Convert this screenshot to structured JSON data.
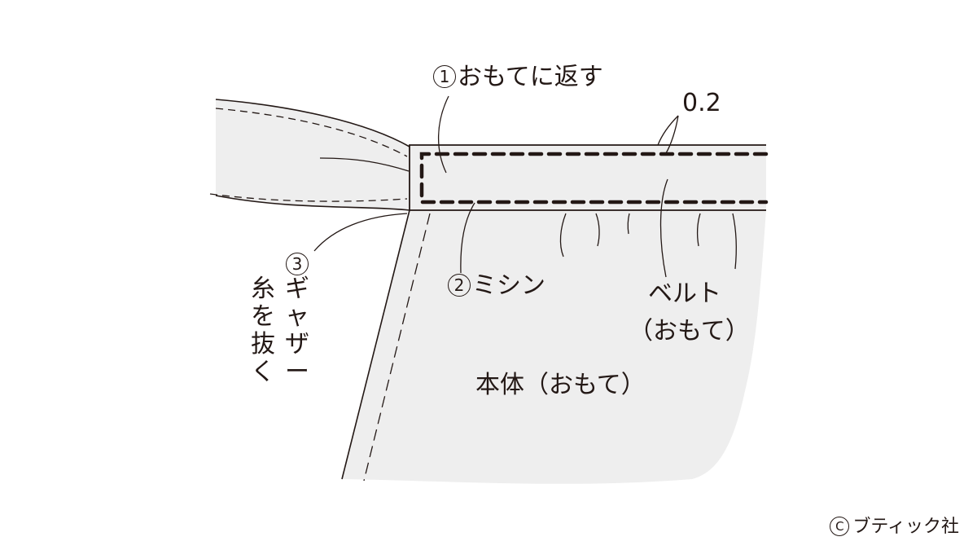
{
  "diagram": {
    "colors": {
      "fabric_fill": "#eeeeee",
      "line": "#231815",
      "background": "#ffffff"
    },
    "labels": {
      "step1": {
        "number": "1",
        "text": "おもてに返す"
      },
      "step2": {
        "number": "2",
        "text": "ミシン"
      },
      "step3": {
        "number": "3",
        "col1": [
          "ギ",
          "ャ",
          "ザ",
          "ー"
        ],
        "col2": [
          "糸",
          "を",
          "抜",
          "く"
        ]
      },
      "measurement": "0.2",
      "belt_line1": "ベルト",
      "belt_line2": "（おもて）",
      "body": "本体（おもて）"
    },
    "copyright": {
      "symbol": "C",
      "text": "ブティック社"
    }
  }
}
